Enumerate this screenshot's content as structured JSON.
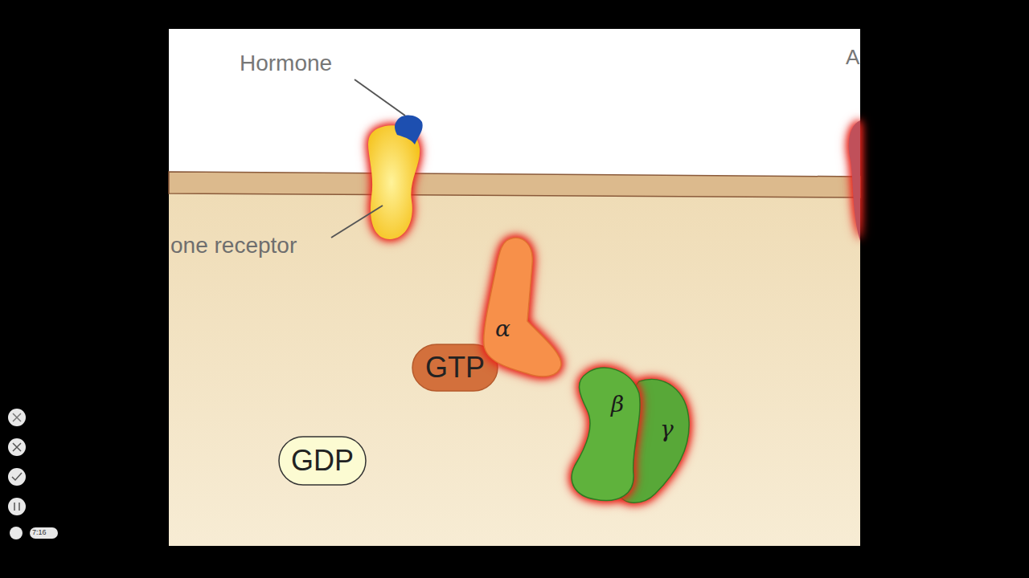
{
  "diagram": {
    "nodes": [
      {
        "text": [
          "GTP"
        ]
      },
      {
        "text": [
          "α"
        ]
      },
      {
        "text": [
          "β"
        ]
      },
      {
        "text": [
          "γ"
        ]
      },
      {
        "text": [
          "GDP"
        ]
      }
    ],
    "labels": [
      "Hormone",
      "one receptor",
      "A",
      "7:16"
    ]
  }
}
